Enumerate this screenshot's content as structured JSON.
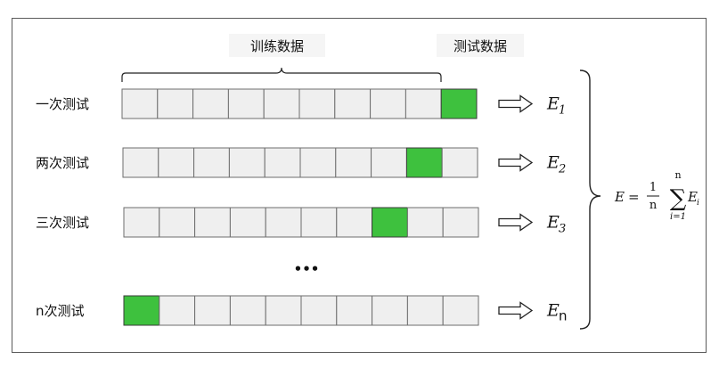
{
  "header": {
    "train_label": "训练数据",
    "test_label": "测试数据"
  },
  "rows": [
    {
      "label": "一次测试",
      "test_index": 9,
      "error_base": "E",
      "error_sub": "1"
    },
    {
      "label": "两次测试",
      "test_index": 8,
      "error_base": "E",
      "error_sub": "2"
    },
    {
      "label": "三次测试",
      "test_index": 7,
      "error_base": "E",
      "error_sub": "3"
    },
    {
      "label": "n次测试",
      "test_index": 0,
      "error_base": "E",
      "error_sub": "n"
    }
  ],
  "cells_per_row": 10,
  "ellipsis": "•••",
  "formula": {
    "lhs": "E",
    "equals": "=",
    "numerator": "1",
    "denominator": "n",
    "sum_top": "n",
    "sum_symbol": "∑",
    "sum_bottom": "i=1",
    "term_base": "E",
    "term_sub": "i"
  },
  "colors": {
    "test_fill": "#3ec13e",
    "train_fill": "#efefef",
    "border": "#6e6e6e"
  }
}
